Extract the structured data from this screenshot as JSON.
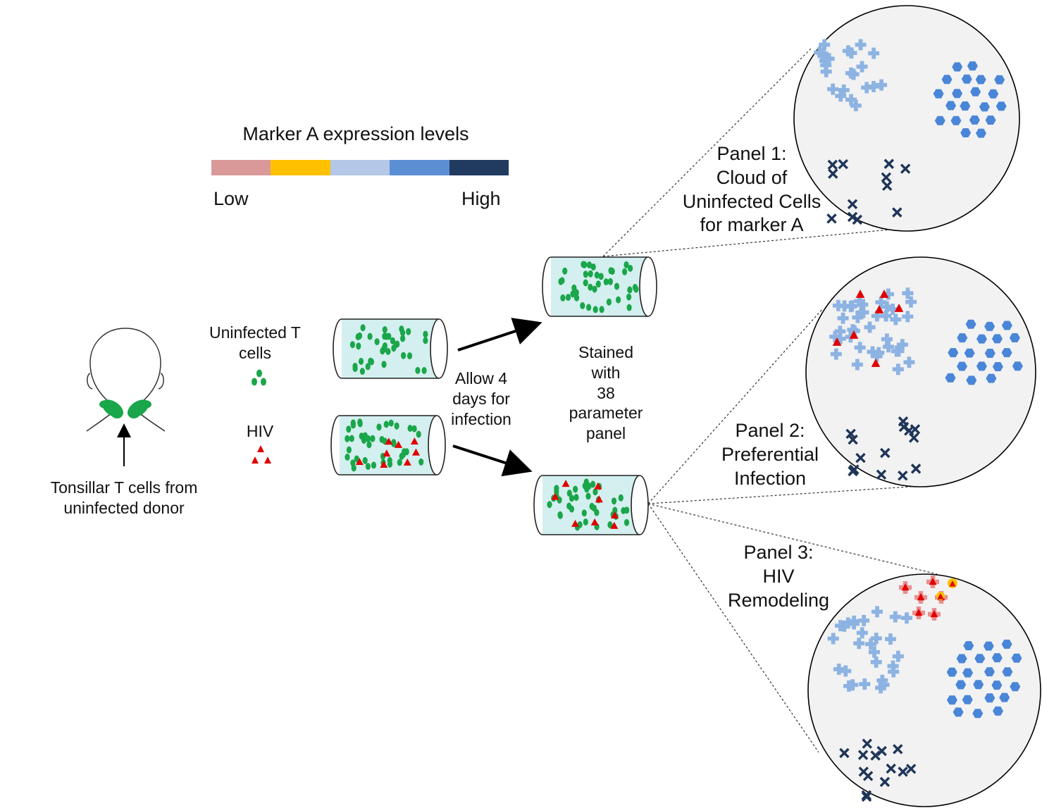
{
  "legend": {
    "title": "Marker A expression levels",
    "low_label": "Low",
    "high_label": "High",
    "colors": [
      "#d99999",
      "#ffc000",
      "#b4c7e7",
      "#5b8fd4",
      "#203a60"
    ]
  },
  "donor": {
    "caption": "Tonsillar T cells from\nuninfected donor"
  },
  "inputs": {
    "uninfected_label": "Uninfected T\ncells",
    "hiv_label": "HIV"
  },
  "step1": {
    "label": "Allow 4\ndays for\ninfection"
  },
  "step2": {
    "label": "Stained\nwith\n38\nparameter\npanel"
  },
  "panels": [
    {
      "label": "Panel 1:\nCloud of\nUninfected Cells\nfor marker A"
    },
    {
      "label": "Panel 2:\nPreferential\nInfection"
    },
    {
      "label": "Panel 3:\nHIV\nRemodeling"
    }
  ],
  "colors": {
    "cell_green": "#1aa64a",
    "hiv_red": "#e00000",
    "tube_fill": "#d4efef",
    "circle_fill": "#f2f2f2",
    "plus_color": "#8db3e2",
    "hex_color": "#4a86d8",
    "cross_color": "#1f3558",
    "remodeled_color": "#e8908f",
    "remodeled_high": "#ffc000"
  }
}
